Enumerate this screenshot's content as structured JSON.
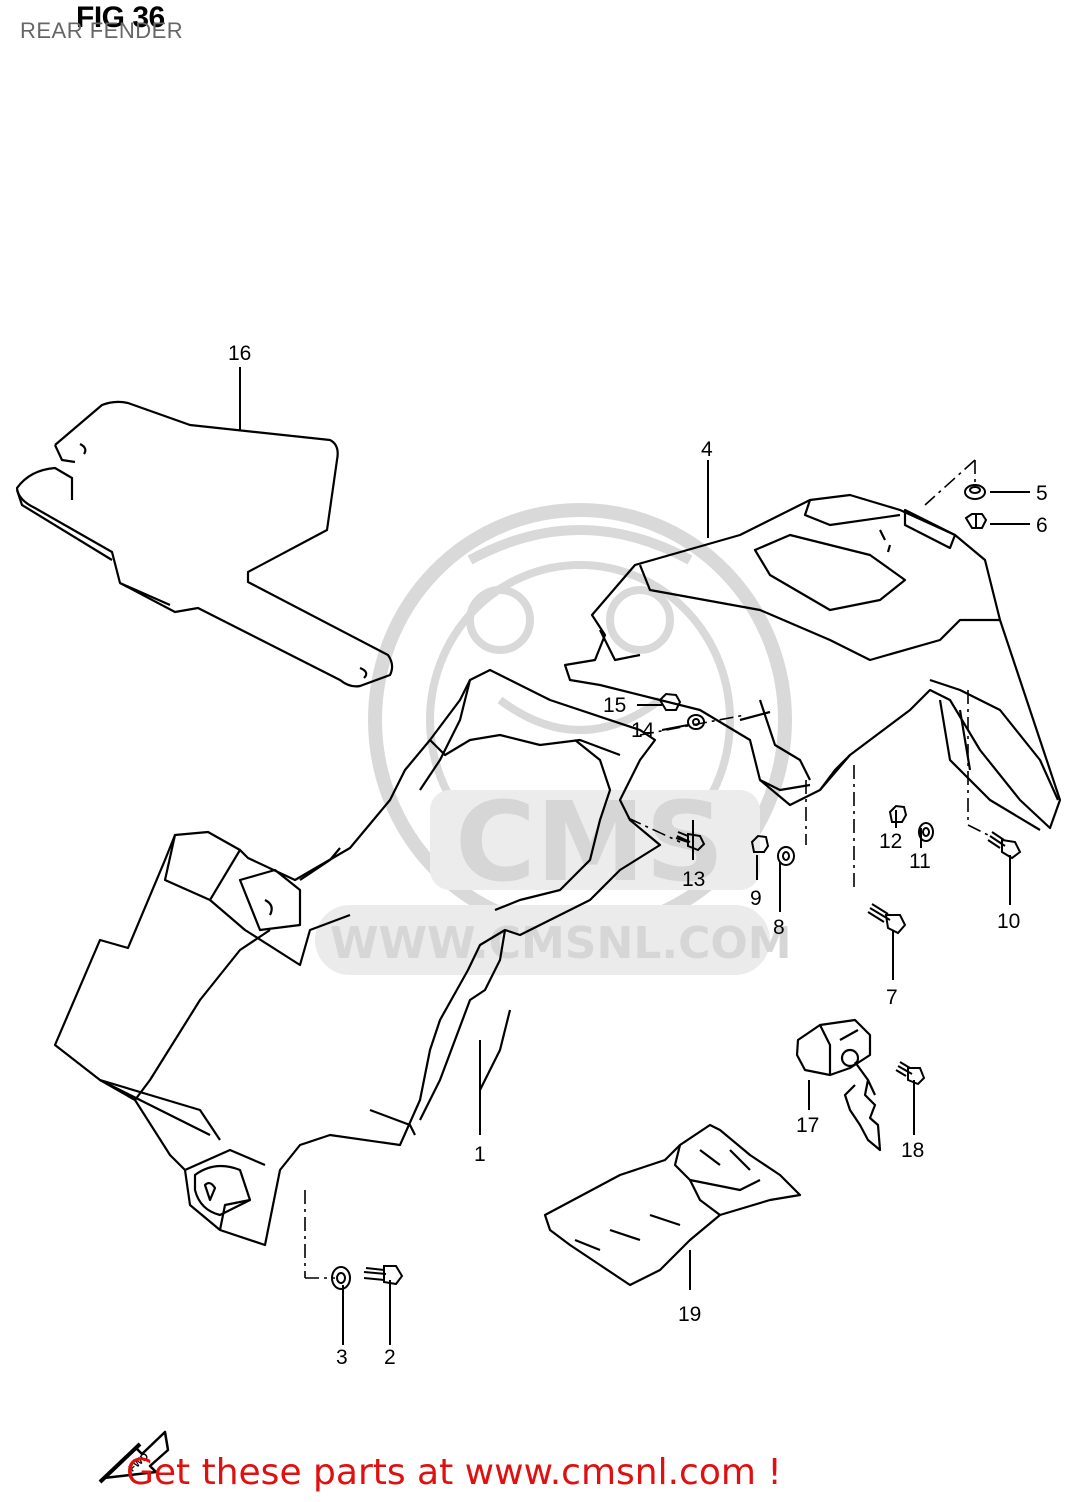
{
  "header": {
    "figure_label": "FIG 36",
    "section_title": "REAR FENDER"
  },
  "watermark": {
    "brand": "CMS",
    "url": "WWW.CMSNL.COM"
  },
  "fwd_label": "FWD",
  "parts": [
    {
      "id": "1",
      "label": "1"
    },
    {
      "id": "2",
      "label": "2"
    },
    {
      "id": "3",
      "label": "3"
    },
    {
      "id": "4",
      "label": "4"
    },
    {
      "id": "5",
      "label": "5"
    },
    {
      "id": "6",
      "label": "6"
    },
    {
      "id": "7",
      "label": "7"
    },
    {
      "id": "8",
      "label": "8"
    },
    {
      "id": "9",
      "label": "9"
    },
    {
      "id": "10",
      "label": "10"
    },
    {
      "id": "11",
      "label": "11"
    },
    {
      "id": "12",
      "label": "12"
    },
    {
      "id": "13",
      "label": "13"
    },
    {
      "id": "14",
      "label": "14"
    },
    {
      "id": "15",
      "label": "15"
    },
    {
      "id": "16",
      "label": "16"
    },
    {
      "id": "17",
      "label": "17"
    },
    {
      "id": "18",
      "label": "18"
    },
    {
      "id": "19",
      "label": "19"
    }
  ],
  "footer": {
    "cta": "Get these parts at www.cmsnl.com !",
    "color": "#e01010"
  }
}
